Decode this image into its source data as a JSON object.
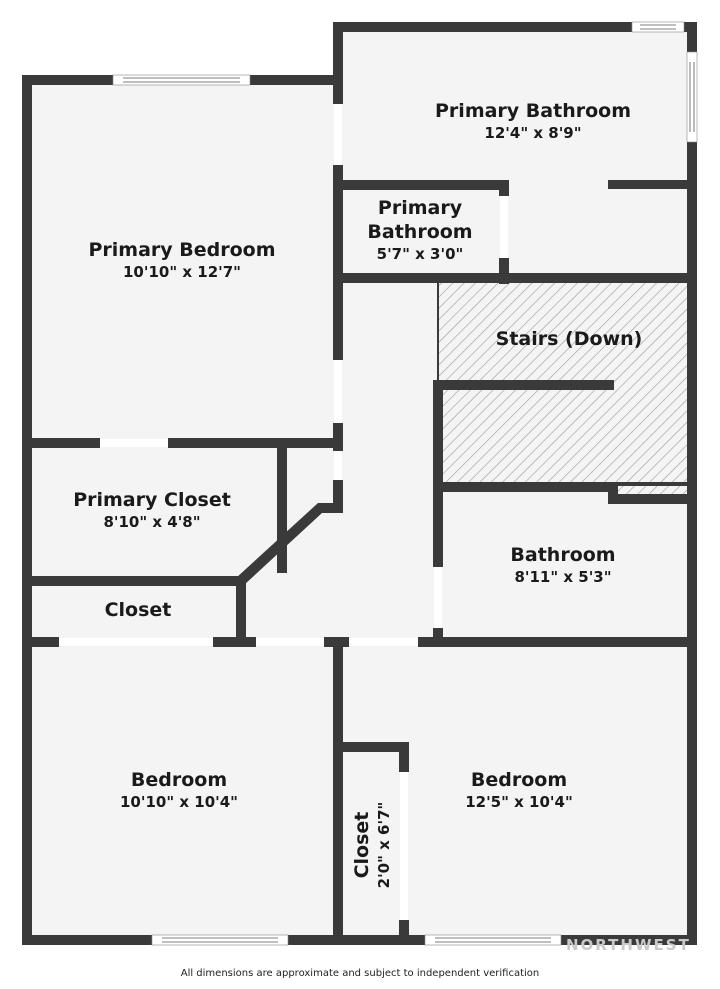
{
  "floorplan": {
    "rooms": [
      {
        "id": "primary-bedroom",
        "name": "Primary Bedroom",
        "dimensions": "10'10\" x 12'7\""
      },
      {
        "id": "primary-bathroom",
        "name": "Primary Bathroom",
        "dimensions": "12'4\" x 8'9\""
      },
      {
        "id": "primary-bathroom-small",
        "name_line1": "Primary",
        "name_line2": "Bathroom",
        "dimensions": "5'7\" x 3'0\""
      },
      {
        "id": "stairs",
        "name": "Stairs (Down)"
      },
      {
        "id": "primary-closet",
        "name": "Primary Closet",
        "dimensions": "8'10\" x 4'8\""
      },
      {
        "id": "closet-hall",
        "name": "Closet"
      },
      {
        "id": "bathroom",
        "name": "Bathroom",
        "dimensions": "8'11\" x 5'3\""
      },
      {
        "id": "bedroom-left",
        "name": "Bedroom",
        "dimensions": "10'10\" x 10'4\""
      },
      {
        "id": "bedroom-right",
        "name": "Bedroom",
        "dimensions": "12'5\" x 10'4\""
      },
      {
        "id": "closet-small",
        "name": "Closet",
        "dimensions": "2'0\" x 6'7\""
      }
    ],
    "colors": {
      "wall": "#3a3a3a",
      "floor": "#f4f4f4",
      "hatch": "#9a9a9a",
      "background": "#ffffff"
    }
  },
  "footer": {
    "disclaimer": "All dimensions are approximate and subject to independent verification"
  },
  "watermark": {
    "text": "NORTHWEST"
  }
}
